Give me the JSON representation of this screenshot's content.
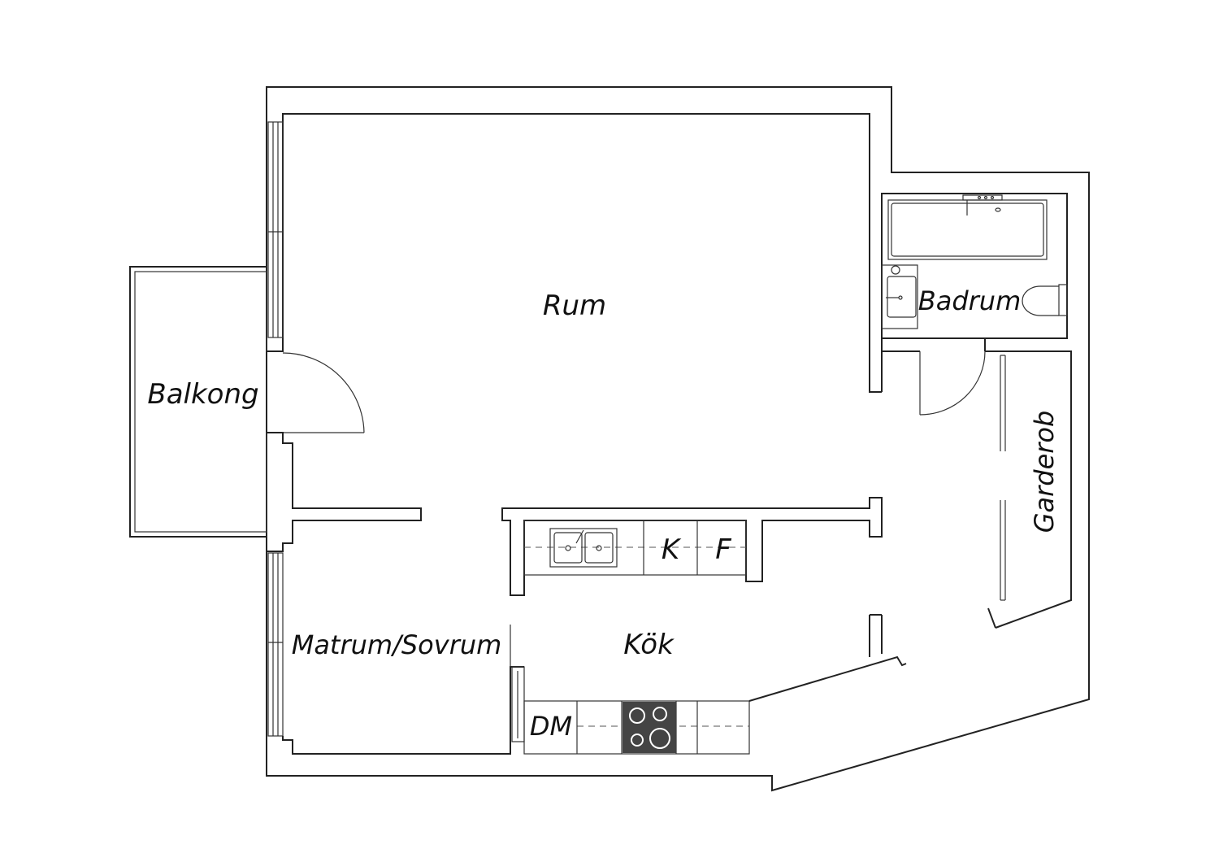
{
  "rooms": {
    "rum": "Rum",
    "balkong": "Balkong",
    "badrum": "Badrum",
    "garderob": "Garderob",
    "matrum": "Matrum/Sovrum",
    "kok": "Kök"
  },
  "appliances": {
    "fridge": "K",
    "freezer": "F",
    "dishwasher": "DM"
  },
  "colors": {
    "wall": "#222222",
    "stove": "#444444"
  }
}
